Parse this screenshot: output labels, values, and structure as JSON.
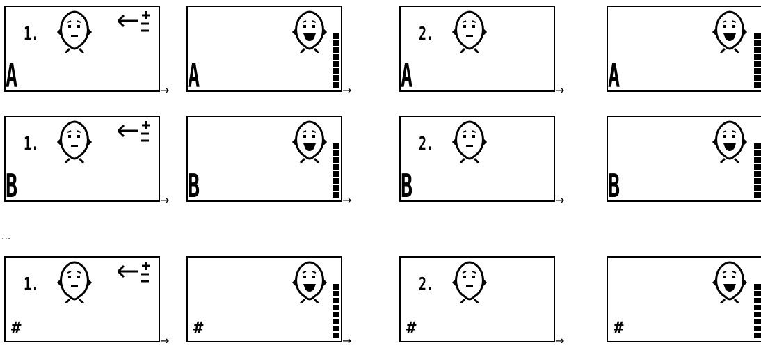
{
  "rows": [
    {
      "character": "A",
      "screens": [
        {
          "step": "1.",
          "face": "neutral",
          "icon": "arrow-left-plus-minus-icon",
          "level": false
        },
        {
          "step": "",
          "face": "smiling",
          "icon": "",
          "level": true
        },
        {
          "step": "2.",
          "face": "neutral",
          "icon": "",
          "level": false
        },
        {
          "step": "",
          "face": "smiling",
          "icon": "",
          "level": true
        }
      ]
    },
    {
      "character": "B",
      "screens": [
        {
          "step": "1.",
          "face": "neutral",
          "icon": "arrow-left-plus-minus-icon",
          "level": false
        },
        {
          "step": "",
          "face": "smiling",
          "icon": "",
          "level": true
        },
        {
          "step": "2.",
          "face": "neutral",
          "icon": "",
          "level": false
        },
        {
          "step": "",
          "face": "smiling",
          "icon": "",
          "level": true
        }
      ]
    },
    {
      "character": "#",
      "screens": [
        {
          "step": "1.",
          "face": "neutral",
          "icon": "arrow-left-plus-minus-icon",
          "level": false
        },
        {
          "step": "",
          "face": "smiling",
          "icon": "",
          "level": true
        },
        {
          "step": "2.",
          "face": "neutral",
          "icon": "",
          "level": false
        },
        {
          "step": "",
          "face": "smiling",
          "icon": "",
          "level": true
        }
      ]
    }
  ],
  "ellipsis": "...",
  "arrow": "→"
}
